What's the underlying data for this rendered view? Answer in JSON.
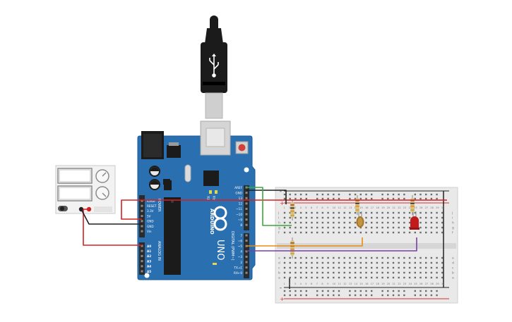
{
  "colors": {
    "board": "#2a6fb0",
    "board_dark": "#1d5a94",
    "header": "#2b2b2b",
    "usb_cable": "#1b1b1b",
    "usb_plug": "#cfcfcf",
    "breadboard": "#e9e9e9",
    "breadboard_strip": "#d6d6d6",
    "rail_red": "#d62e2e",
    "rail_black": "#222222",
    "wire_red": "#d62020",
    "wire_black": "#202020",
    "wire_green": "#3aa83a",
    "wire_orange": "#e98c12",
    "wire_purple": "#7a3ea8",
    "led": "#c21b1b",
    "ldr": "#a5762d",
    "resistor": "#d9c184",
    "psu_body": "#f2f2f2"
  },
  "arduino": {
    "logo_text": "ARDUINO",
    "model_text": "UNO",
    "power_label": "POWER",
    "analog_label": "ANALOG IN",
    "digital_label": "DIGITAL (PWM~)",
    "tx_label": "TX",
    "rx_label": "RX",
    "power_pins": [
      "IOREF",
      "RESET",
      "3.3V",
      "5V",
      "GND",
      "GND",
      "Vin"
    ],
    "analog_pins": [
      "A0",
      "A1",
      "A2",
      "A3",
      "A4",
      "A5"
    ],
    "digital_pins_top": [
      "AREF",
      "GND",
      "13",
      "12",
      "~11",
      "~10",
      "~9",
      "8"
    ],
    "digital_pins_bottom": [
      "7",
      "~6",
      "~5",
      "4",
      "~3",
      "2",
      "TX→1",
      "RX←0"
    ]
  },
  "breadboard": {
    "columns": 30,
    "row_letters_top": [
      "a",
      "b",
      "c",
      "d",
      "e"
    ],
    "row_letters_bottom": [
      "f",
      "g",
      "h",
      "i",
      "j"
    ],
    "rail_plus": "+",
    "rail_minus": "-"
  },
  "icons": {
    "usb": "usb-trident-icon",
    "reset": "reset-button-icon"
  }
}
